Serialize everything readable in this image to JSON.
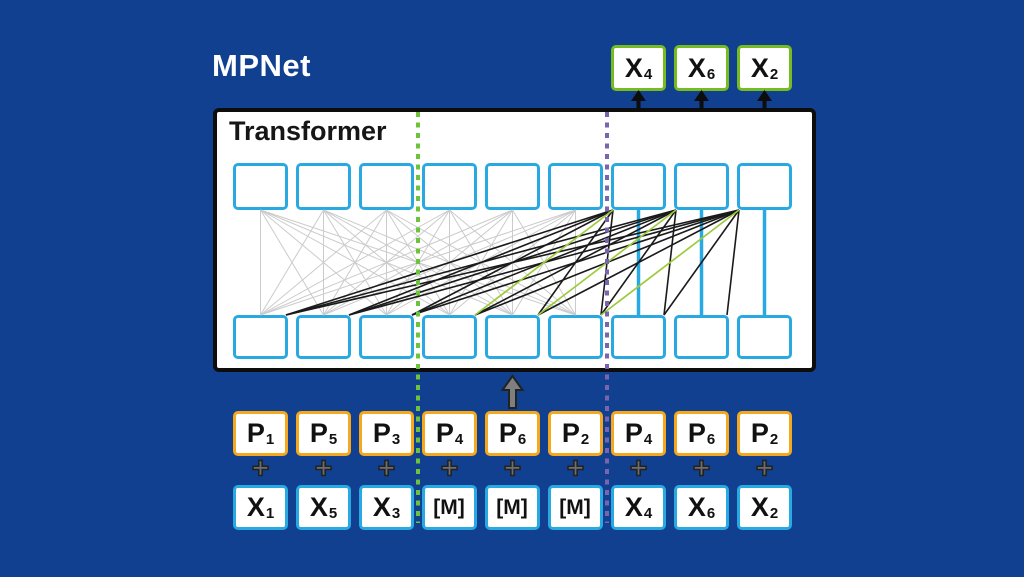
{
  "title": "MPNet",
  "transformer_label": "Transformer",
  "outputs": [
    {
      "base": "X",
      "sub": "4"
    },
    {
      "base": "X",
      "sub": "6"
    },
    {
      "base": "X",
      "sub": "2"
    }
  ],
  "position_row": [
    {
      "base": "P",
      "sub": "1"
    },
    {
      "base": "P",
      "sub": "5"
    },
    {
      "base": "P",
      "sub": "3"
    },
    {
      "base": "P",
      "sub": "4"
    },
    {
      "base": "P",
      "sub": "6"
    },
    {
      "base": "P",
      "sub": "2"
    },
    {
      "base": "P",
      "sub": "4"
    },
    {
      "base": "P",
      "sub": "6"
    },
    {
      "base": "P",
      "sub": "2"
    }
  ],
  "plus_signs": [
    "+",
    "+",
    "+",
    "+",
    "+",
    "+",
    "+",
    "+",
    "+"
  ],
  "token_row": [
    {
      "base": "X",
      "sub": "1"
    },
    {
      "base": "X",
      "sub": "5"
    },
    {
      "base": "X",
      "sub": "3"
    },
    {
      "base": "[M]",
      "sub": ""
    },
    {
      "base": "[M]",
      "sub": ""
    },
    {
      "base": "[M]",
      "sub": ""
    },
    {
      "base": "X",
      "sub": "4"
    },
    {
      "base": "X",
      "sub": "6"
    },
    {
      "base": "X",
      "sub": "2"
    }
  ],
  "attention": {
    "mesh_columns": [
      1,
      2,
      3,
      4,
      5,
      6
    ],
    "blue_columns": [
      7,
      8,
      9
    ],
    "black_edges": [
      [
        7,
        1
      ],
      [
        7,
        2
      ],
      [
        7,
        3
      ],
      [
        7,
        5
      ],
      [
        7,
        6
      ],
      [
        8,
        1
      ],
      [
        8,
        2
      ],
      [
        8,
        3
      ],
      [
        8,
        4
      ],
      [
        8,
        6
      ],
      [
        8,
        7
      ],
      [
        9,
        1
      ],
      [
        9,
        2
      ],
      [
        9,
        3
      ],
      [
        9,
        4
      ],
      [
        9,
        5
      ],
      [
        9,
        7
      ],
      [
        9,
        8
      ]
    ],
    "green_edges": [
      [
        7,
        4
      ],
      [
        8,
        5
      ],
      [
        9,
        6
      ]
    ]
  },
  "arrows": {
    "output_columns": [
      7,
      8,
      9
    ],
    "input_column": 5
  },
  "dashed_lines": [
    {
      "name": "mask-boundary",
      "after_column": 3,
      "color": "#6EC33C"
    },
    {
      "name": "predict-boundary",
      "after_column": 6,
      "color": "#7B64AE"
    }
  ],
  "colors": {
    "background": "#10408F",
    "cell_blue": "#29A9E1",
    "token_orange": "#F5A81C",
    "output_green": "#76BC21",
    "attention_gray": "#CBCBCB",
    "attention_black": "#1a1a1a",
    "attention_green": "#9CCB3C",
    "arrow_black": "#0d0d0d",
    "arrow_gray": "#7F7F7F"
  }
}
